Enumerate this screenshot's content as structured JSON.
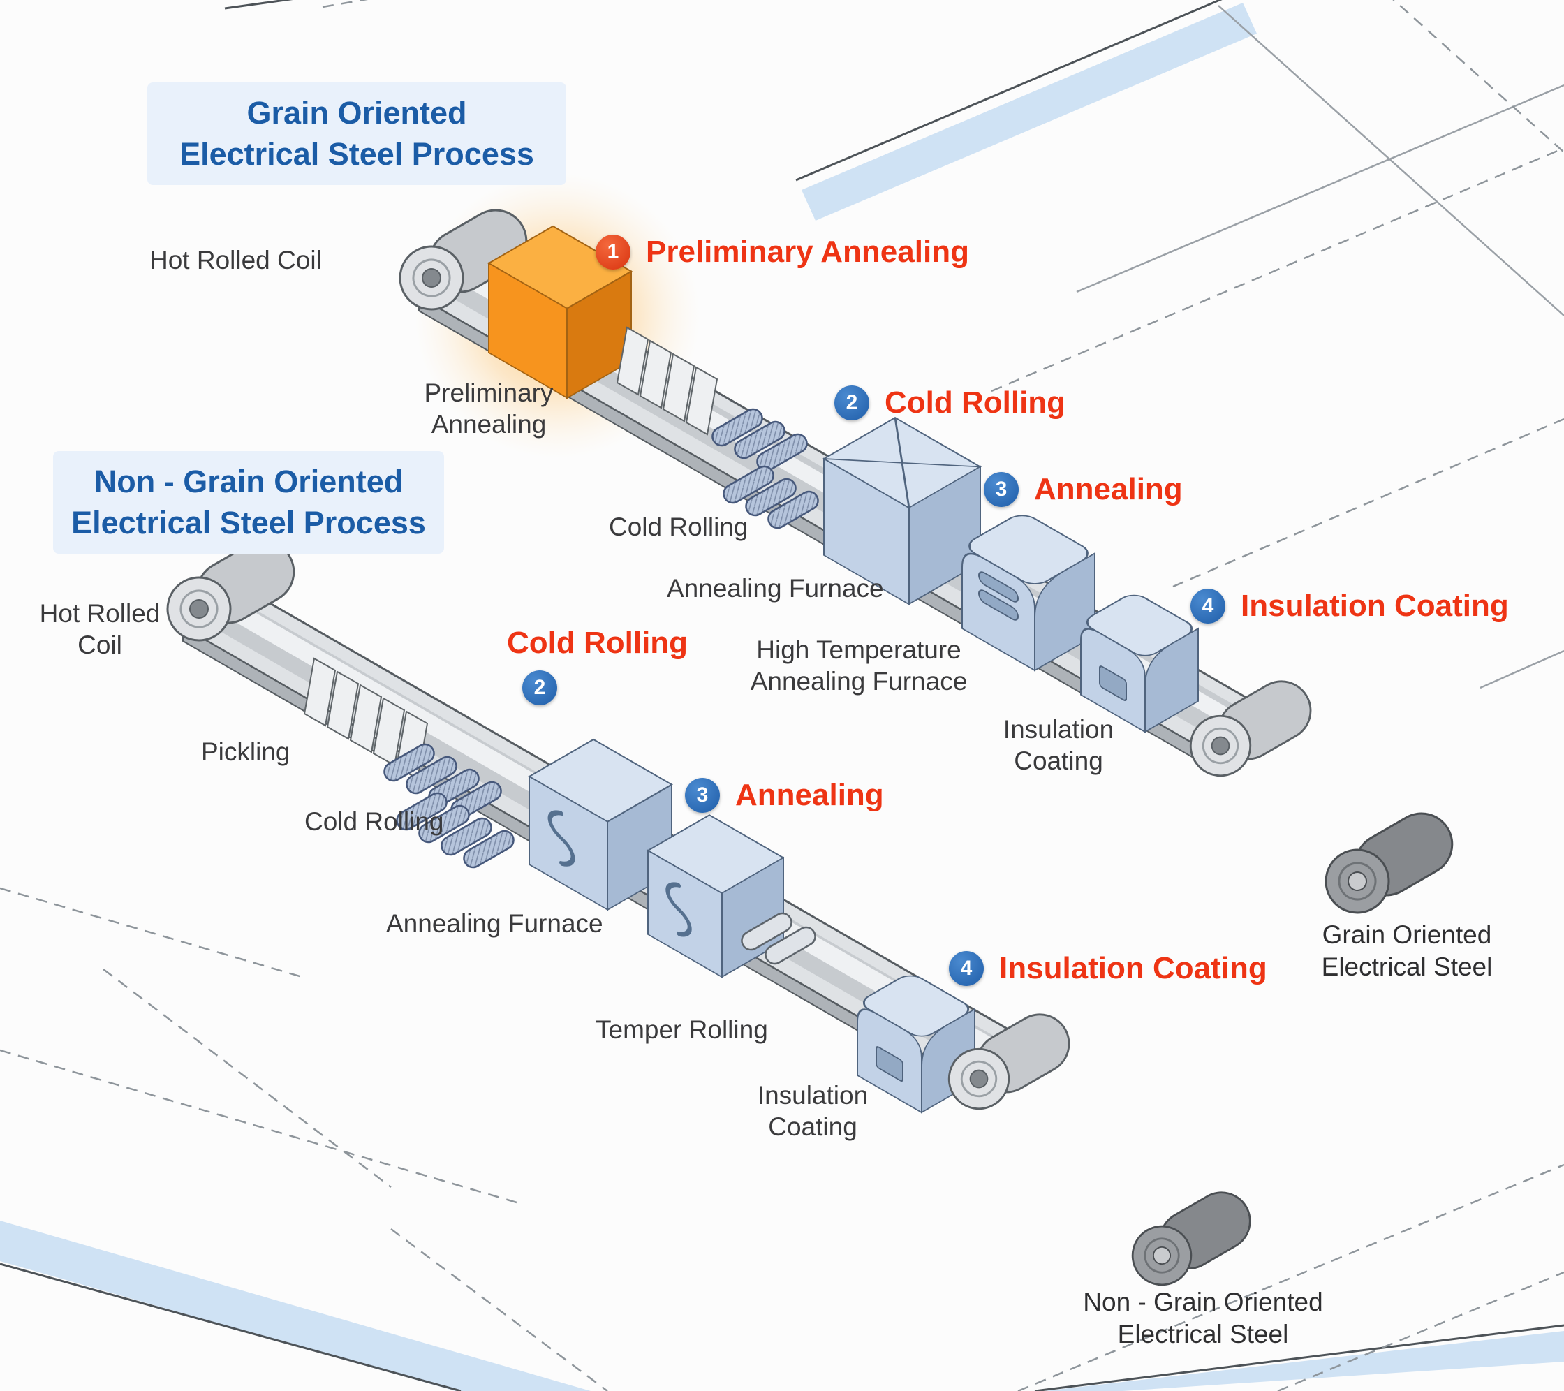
{
  "colors": {
    "accent_red": "#ee3414",
    "accent_blue": "#2a6cb6",
    "step1_badge": "#d8330f",
    "title_blue": "#1b5ca6",
    "title_bg": "#e9f1fb",
    "orange_machine": "#f7941e",
    "blue_machine": "#c2d2e7",
    "stripe_blue": "#cfe2f4"
  },
  "grain": {
    "title": "Grain Oriented\nElectrical Steel Process",
    "steps": [
      {
        "num": "1",
        "label": "Preliminary Annealing"
      },
      {
        "num": "2",
        "label": "Cold Rolling"
      },
      {
        "num": "3",
        "label": "Annealing"
      },
      {
        "num": "4",
        "label": "Insulation Coating"
      }
    ],
    "stations": {
      "hot_rolled_coil": "Hot Rolled Coil",
      "preliminary_annealing": "Preliminary Annealing",
      "cold_rolling": "Cold Rolling",
      "annealing_furnace": "Annealing Furnace",
      "high_temp_furnace": "High Temperature Annealing Furnace",
      "insulation_coating": "Insulation Coating"
    },
    "output": "Grain Oriented Electrical Steel"
  },
  "non_grain": {
    "title": "Non - Grain Oriented\nElectrical Steel Process",
    "steps": [
      {
        "num": "2",
        "label": "Cold Rolling"
      },
      {
        "num": "3",
        "label": "Annealing"
      },
      {
        "num": "4",
        "label": "Insulation Coating"
      }
    ],
    "stations": {
      "hot_rolled_coil": "Hot Rolled Coil",
      "pickling": "Pickling",
      "cold_rolling": "Cold Rolling",
      "annealing_furnace": "Annealing Furnace",
      "temper_rolling": "Temper Rolling",
      "insulation_coating": "Insulation Coating"
    },
    "output": "Non - Grain Oriented Electrical Steel"
  }
}
